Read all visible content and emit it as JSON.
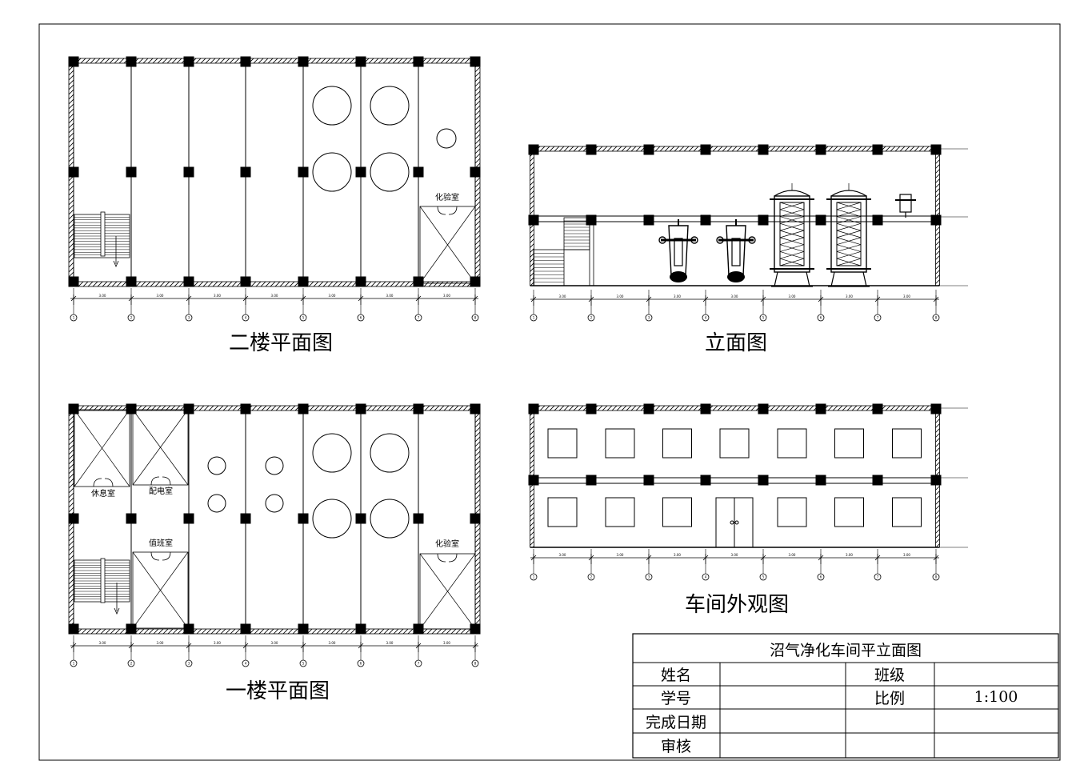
{
  "drawings": {
    "floor2": {
      "title": "二楼平面图",
      "room_lab": "化验室"
    },
    "elevation": {
      "title": "立面图"
    },
    "floor1": {
      "title": "一楼平面图",
      "room_rest": "休息室",
      "room_power": "配电室",
      "room_duty": "值班室",
      "room_lab": "化验室"
    },
    "exterior": {
      "title": "车间外观图"
    }
  },
  "dimensions": {
    "bay_span": "3.00",
    "bay_count": 7,
    "axis_count": 8
  },
  "title_block": {
    "heading": "沼气净化车间平立面图",
    "name_label": "姓名",
    "class_label": "班级",
    "student_id_label": "学号",
    "scale_label": "比例",
    "scale_value": "1:100",
    "date_label": "完成日期",
    "review_label": "审核"
  }
}
